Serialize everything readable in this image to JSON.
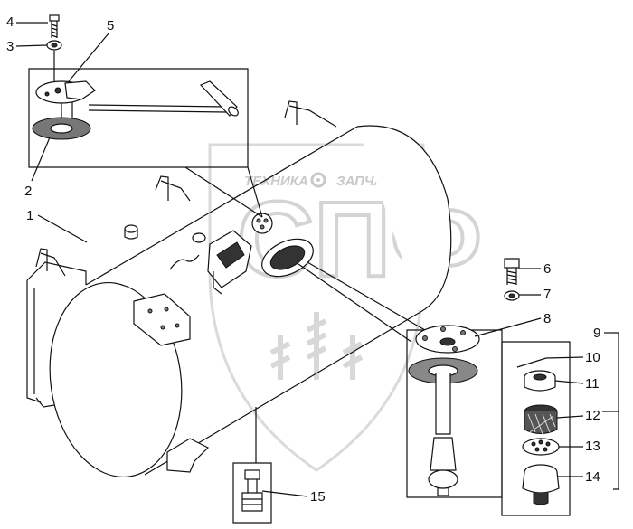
{
  "watermark": {
    "brand_left": "ТЕХНИКА",
    "brand_right": "ЗАПЧАСТИ",
    "monogram": "СПФ"
  },
  "callouts": [
    "1",
    "2",
    "3",
    "4",
    "5",
    "6",
    "7",
    "8",
    "9",
    "10",
    "11",
    "12",
    "13",
    "14",
    "15"
  ]
}
